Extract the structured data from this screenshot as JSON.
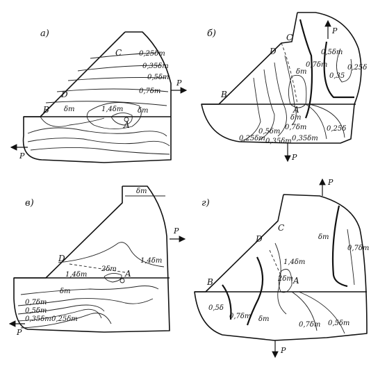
{
  "panels": {
    "a": {
      "letter": "а)",
      "points": {
        "C": "C",
        "D": "D",
        "B": "B",
        "A": "A"
      },
      "forces": {
        "right": "P",
        "left": "P"
      },
      "isolines": [
        "0,25δт",
        "0,35δт",
        "0,5δт",
        "0,7δт",
        "δт",
        "1,4δт",
        "δт"
      ]
    },
    "b": {
      "letter": "б)",
      "points": {
        "C": "C",
        "D": "D",
        "B": "B",
        "A": "A"
      },
      "forces": {
        "top": "P",
        "bottom": "P"
      },
      "isolines": [
        "0,5δт",
        "0,7δт",
        "δт",
        "0,35",
        "0,25δ",
        "0,5δт",
        "0,7δт",
        "0,25δт",
        "0,35δт",
        "0,35δт",
        "0,25δ",
        "δт"
      ]
    },
    "c": {
      "letter": "в)",
      "points": {
        "D": "D",
        "A": "A"
      },
      "forces": {
        "right": "P",
        "left": "P"
      },
      "isolines": [
        "δт",
        "1,4δт",
        "2δт",
        "1,4δт",
        "δт",
        "0,7δт",
        "0,5δт",
        "0,35δт",
        "0,25δт"
      ]
    },
    "d": {
      "letter": "г)",
      "points": {
        "C": "C",
        "D": "D",
        "B": "B",
        "A": "A"
      },
      "forces": {
        "top": "P",
        "bottom": "P"
      },
      "isolines": [
        "δт",
        "0,7δт",
        "1,4δт",
        "2δт",
        "0,5δ",
        "0,7δт",
        "δт",
        "0,7δт",
        "0,5δт"
      ]
    }
  }
}
